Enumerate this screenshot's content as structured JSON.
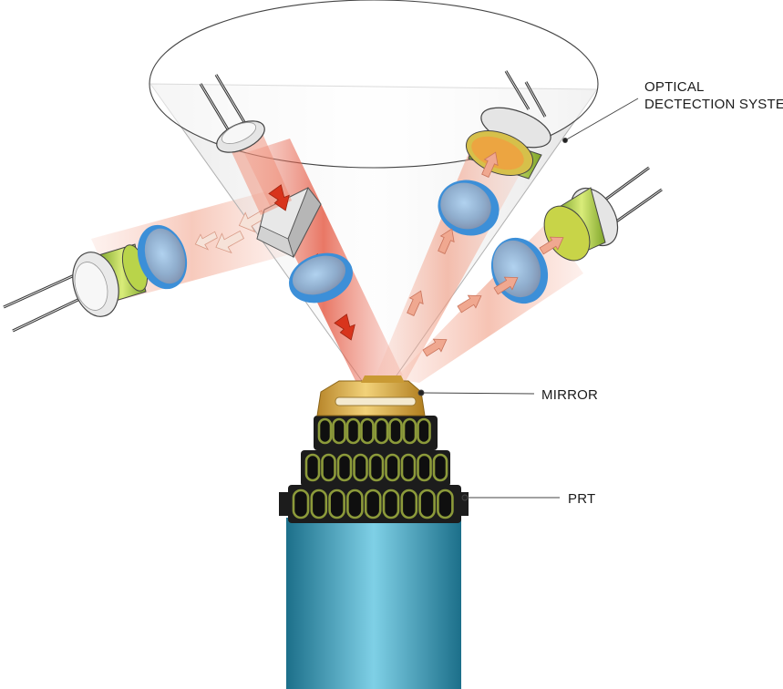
{
  "labels": {
    "optical_line1": "OPTICAL",
    "optical_line2": "DECTECTION SYSTEM",
    "mirror": "MIRROR",
    "prt": "PRT"
  },
  "colors": {
    "cable": "#2a93b4",
    "prt_block": "#1c1c1c",
    "prt_cell": "#8c9a3a",
    "mirror_gold": "#d6a62a",
    "lens_rim": "#3a8fd6",
    "laser_beam": "#e23a22",
    "sensor_green": "#a8c63a"
  }
}
